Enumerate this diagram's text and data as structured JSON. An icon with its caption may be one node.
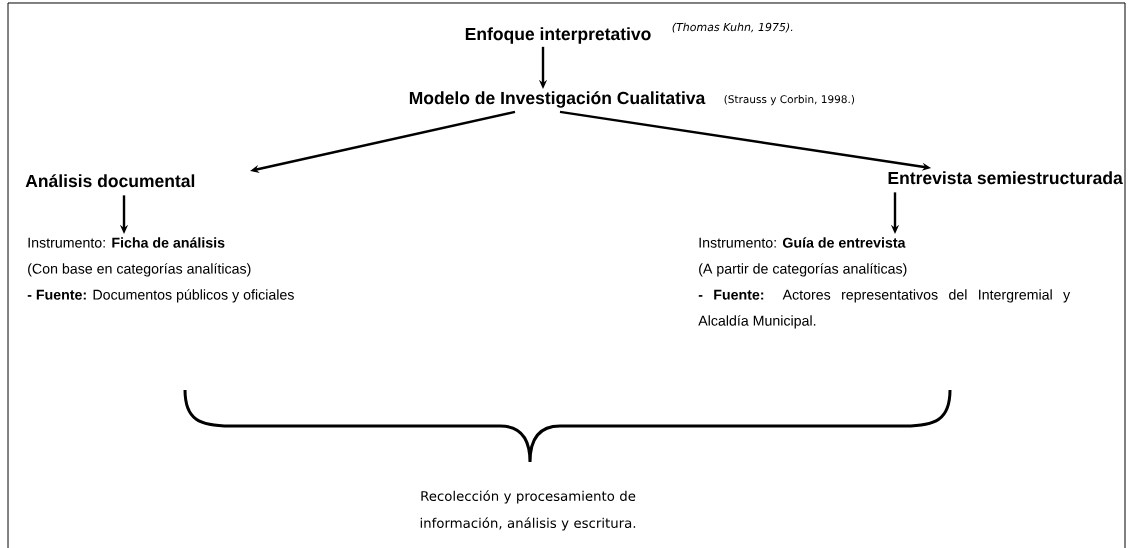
{
  "diagram": {
    "nodes": [
      {
        "text": [
          "Enfoque interpretativo"
        ],
        "beside": [
          "*(Thomas Kuhn, 1975).*"
        ]
      },
      {
        "text": [
          "Modelo de Investigación Cualitativa"
        ],
        "beside": [
          "(Strauss y Corbin, 1998.)"
        ]
      },
      {
        "text": [
          "Análisis documental"
        ]
      },
      {
        "text": [
          "Entrevista semiestructurada"
        ]
      },
      {
        "text": [
          "Instrumento: **Ficha de análisis**",
          "(Con base en categorías analíticas)",
          "**- Fuente:** Documentos públicos y oficiales"
        ]
      },
      {
        "text": [
          "Instrumento: **Guía de entrevista**",
          "(A partir de categorías analíticas)",
          "**- Fuente:** Actores representativos del Intergremial y Alcaldía Municipal."
        ]
      },
      {
        "text": [
          "Recolección y procesamiento de información, análisis y escritura."
        ]
      }
    ],
    "edges": [
      {
        "from": 0,
        "to": 1,
        "arrow": "to"
      },
      {
        "from": 1,
        "to": 2,
        "arrow": "to"
      },
      {
        "from": 1,
        "to": 3,
        "arrow": "to"
      },
      {
        "from": 2,
        "to": 4,
        "arrow": "to"
      },
      {
        "from": 3,
        "to": 5,
        "arrow": "to"
      }
    ]
  }
}
